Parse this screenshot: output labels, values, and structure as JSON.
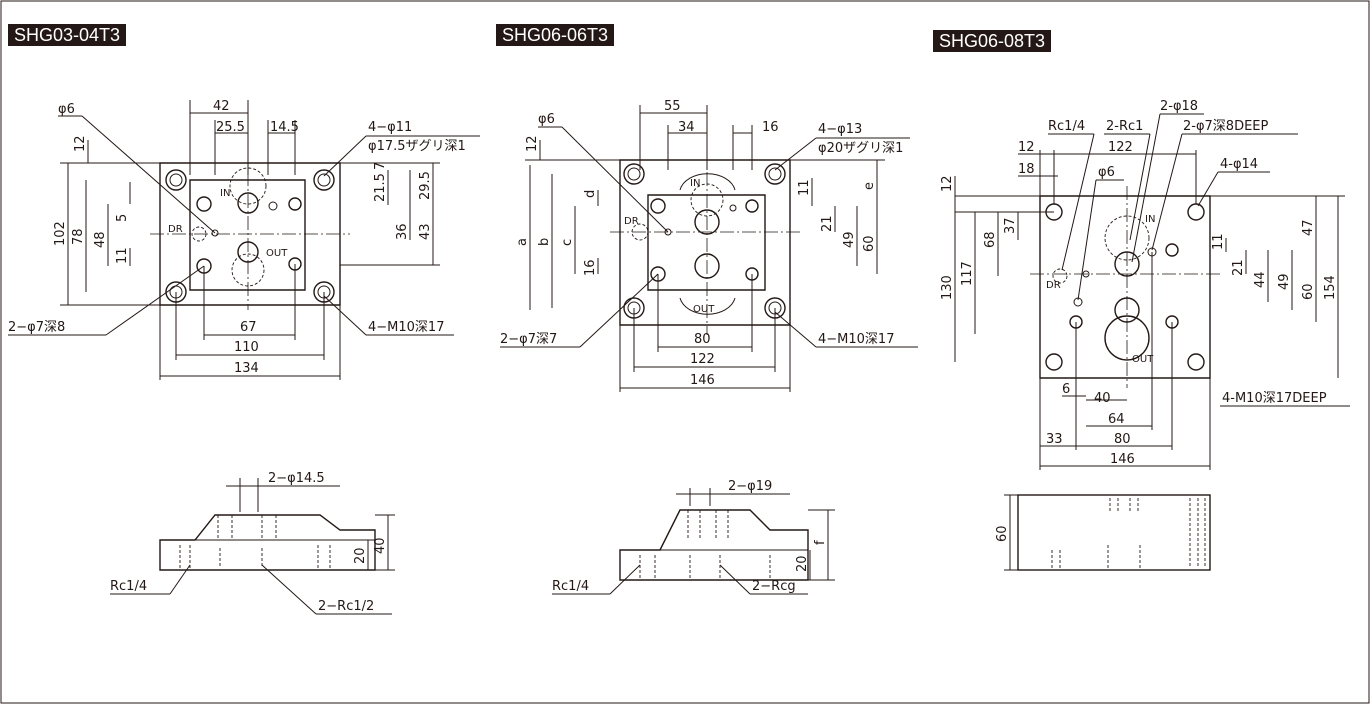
{
  "models": [
    {
      "title": "SHG03-04T3",
      "labels": {
        "hole": "φ6",
        "mount": "4−φ11",
        "counterbore": "φ17.5ザグリ深1",
        "pins": "2−φ7深8",
        "tap": "4−M10深17",
        "ports_side": "2−φ14.5",
        "drain_port": "Rc1/4",
        "main_ports": "2−Rc1/2",
        "port_in": "IN",
        "port_out": "OUT",
        "port_dr": "DR"
      },
      "dims": {
        "d42": "42",
        "d25_5": "25.5",
        "d14_5": "14.5",
        "d12": "12",
        "d102": "102",
        "d78": "78",
        "d48": "48",
        "d5": "5",
        "d11": "11",
        "d7": "7",
        "d21_5": "21.5",
        "d29_5": "29.5",
        "d36": "36",
        "d43": "43",
        "d67": "67",
        "d110": "110",
        "d134": "134",
        "d20": "20",
        "d40": "40"
      }
    },
    {
      "title": "SHG06-06T3",
      "labels": {
        "hole": "φ6",
        "mount": "4−φ13",
        "counterbore": "φ20ザグリ深1",
        "pins": "2−φ7深7",
        "tap": "4−M10深17",
        "ports_side": "2−φ19",
        "drain_port": "Rc1/4",
        "main_ports": "2−Rcg",
        "port_in": "IN",
        "port_out": "OUT",
        "port_dr": "DR"
      },
      "dims": {
        "d55": "55",
        "d34": "34",
        "d16": "16",
        "d12": "12",
        "a": "a",
        "b": "b",
        "c": "c",
        "d": "d",
        "e": "e",
        "f": "f",
        "d16v": "16",
        "d11": "11",
        "d21": "21",
        "d49": "49",
        "d60": "60",
        "d80": "80",
        "d122": "122",
        "d146": "146",
        "d20": "20"
      }
    },
    {
      "title": "SHG06-08T3",
      "labels": {
        "drain_port": "Rc1/4",
        "main_ports": "2-Rc1",
        "ports_side": "2-φ18",
        "pins": "2-φ7深8DEEP",
        "hole": "φ6",
        "mount": "4-φ14",
        "tap": "4-M10深17DEEP",
        "port_in": "IN",
        "port_out": "OUT",
        "port_dr": "DR"
      },
      "dims": {
        "d12h": "12",
        "d122": "122",
        "d18": "18",
        "d12v": "12",
        "d130": "130",
        "d117": "117",
        "d68": "68",
        "d37": "37",
        "d47": "47",
        "d11": "11",
        "d21": "21",
        "d44": "44",
        "d49": "49",
        "d60": "60",
        "d154": "154",
        "d6": "6",
        "d40": "40",
        "d64": "64",
        "d33": "33",
        "d80": "80",
        "d146": "146",
        "d60s": "60"
      }
    }
  ]
}
